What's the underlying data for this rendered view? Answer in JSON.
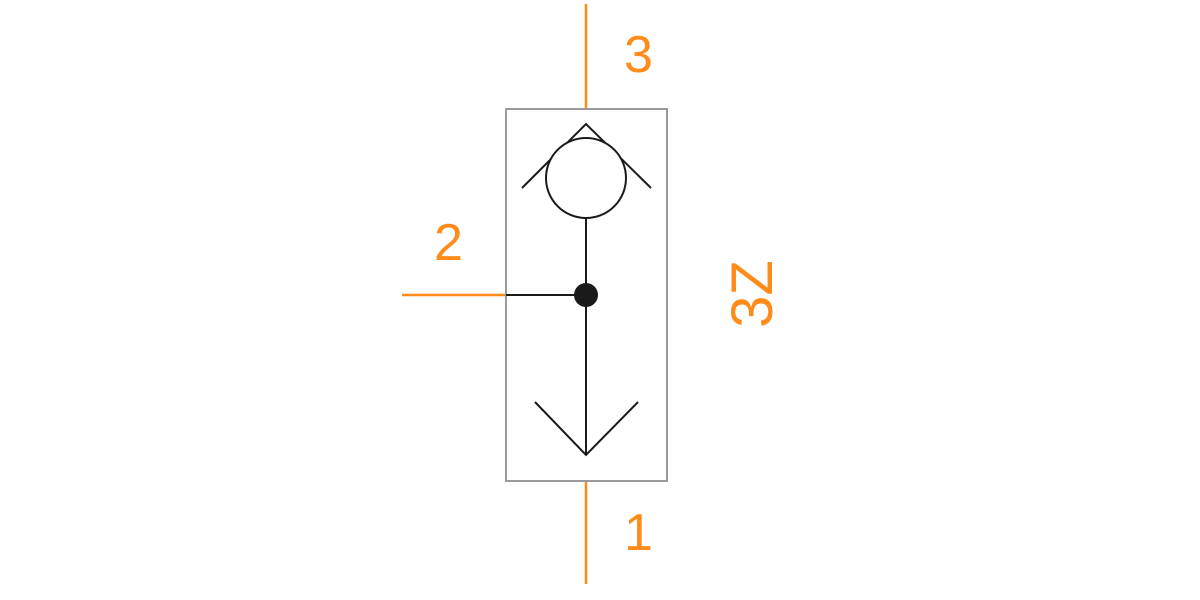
{
  "colors": {
    "ports": "#ff8c1a",
    "housing": "#9a9a9a",
    "symbol": "#1a1a1a",
    "background": "#ffffff"
  },
  "diagram": {
    "component_label": "3Z",
    "ports": [
      {
        "id": "top",
        "label": "3"
      },
      {
        "id": "side",
        "label": "2"
      },
      {
        "id": "bottom",
        "label": "1"
      }
    ]
  }
}
